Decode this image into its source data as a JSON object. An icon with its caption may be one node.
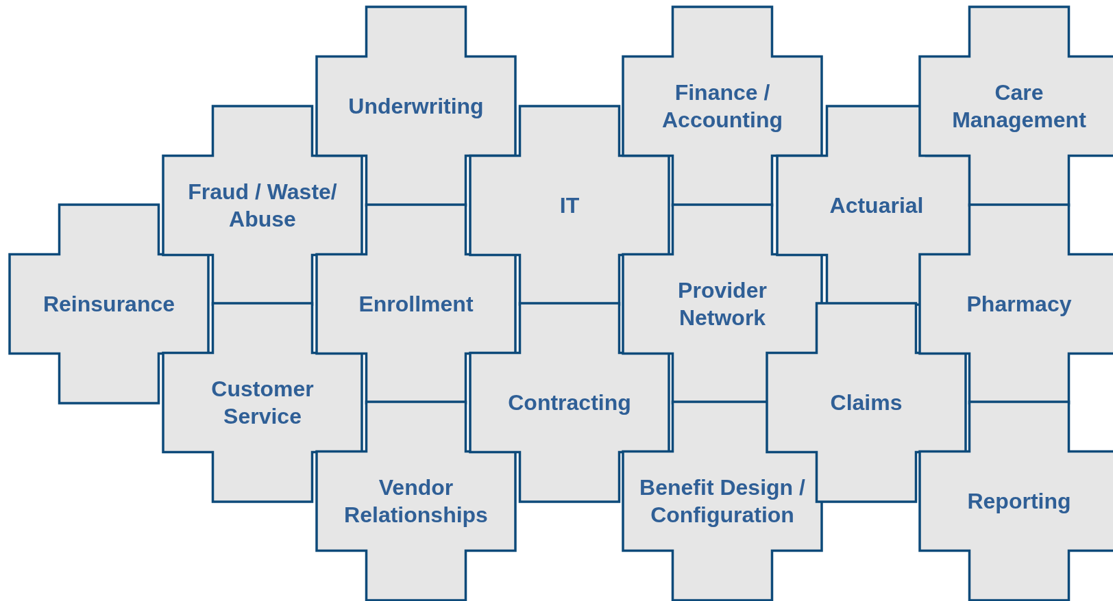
{
  "diagram": {
    "nodes": [
      {
        "text": [
          "Reinsurance"
        ]
      },
      {
        "text": [
          "Fraud / Waste/ Abuse"
        ]
      },
      {
        "text": [
          "Customer Service"
        ]
      },
      {
        "text": [
          "Underwriting"
        ]
      },
      {
        "text": [
          "Enrollment"
        ]
      },
      {
        "text": [
          "Vendor Relationships"
        ]
      },
      {
        "text": [
          "IT"
        ]
      },
      {
        "text": [
          "Contracting"
        ]
      },
      {
        "text": [
          "Finance / Accounting"
        ]
      },
      {
        "text": [
          "Provider Network"
        ]
      },
      {
        "text": [
          "Benefit Design / Configuration"
        ]
      },
      {
        "text": [
          "Actuarial"
        ]
      },
      {
        "text": [
          "Claims"
        ]
      },
      {
        "text": [
          "Care Management"
        ]
      },
      {
        "text": [
          "Pharmacy"
        ]
      },
      {
        "text": [
          "Reporting"
        ]
      }
    ]
  }
}
